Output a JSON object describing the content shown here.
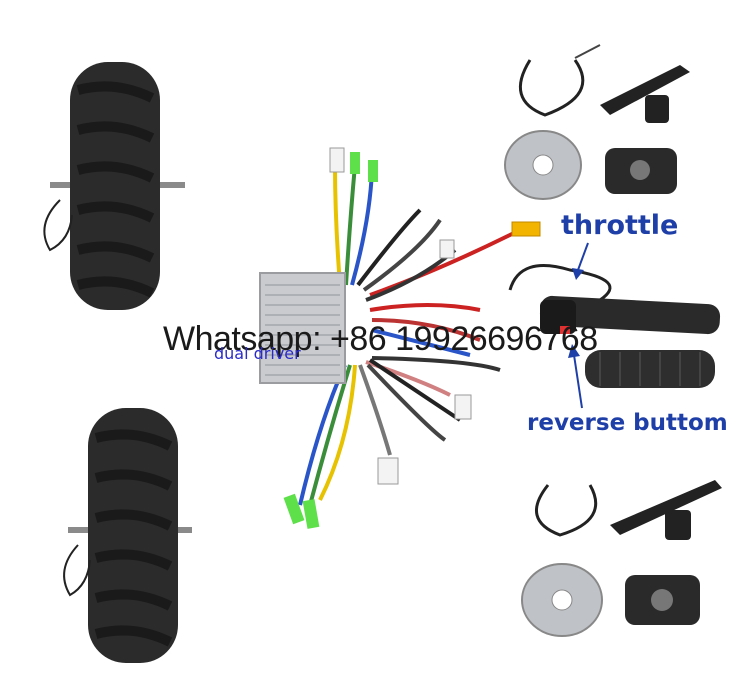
{
  "labels": {
    "watermark": "Whatsapp: +86 19926696768",
    "dual_driver": "dual driver",
    "throttle": "throttle",
    "reverse": "reverse buttom"
  },
  "colors": {
    "tire": "#2a2a2a",
    "controller": "#c9cbcf",
    "label_blue": "#1f3fa8",
    "watermark": "#1a1a1a",
    "connector_green": "#5ee04a",
    "connector_yellow": "#f2b400"
  }
}
